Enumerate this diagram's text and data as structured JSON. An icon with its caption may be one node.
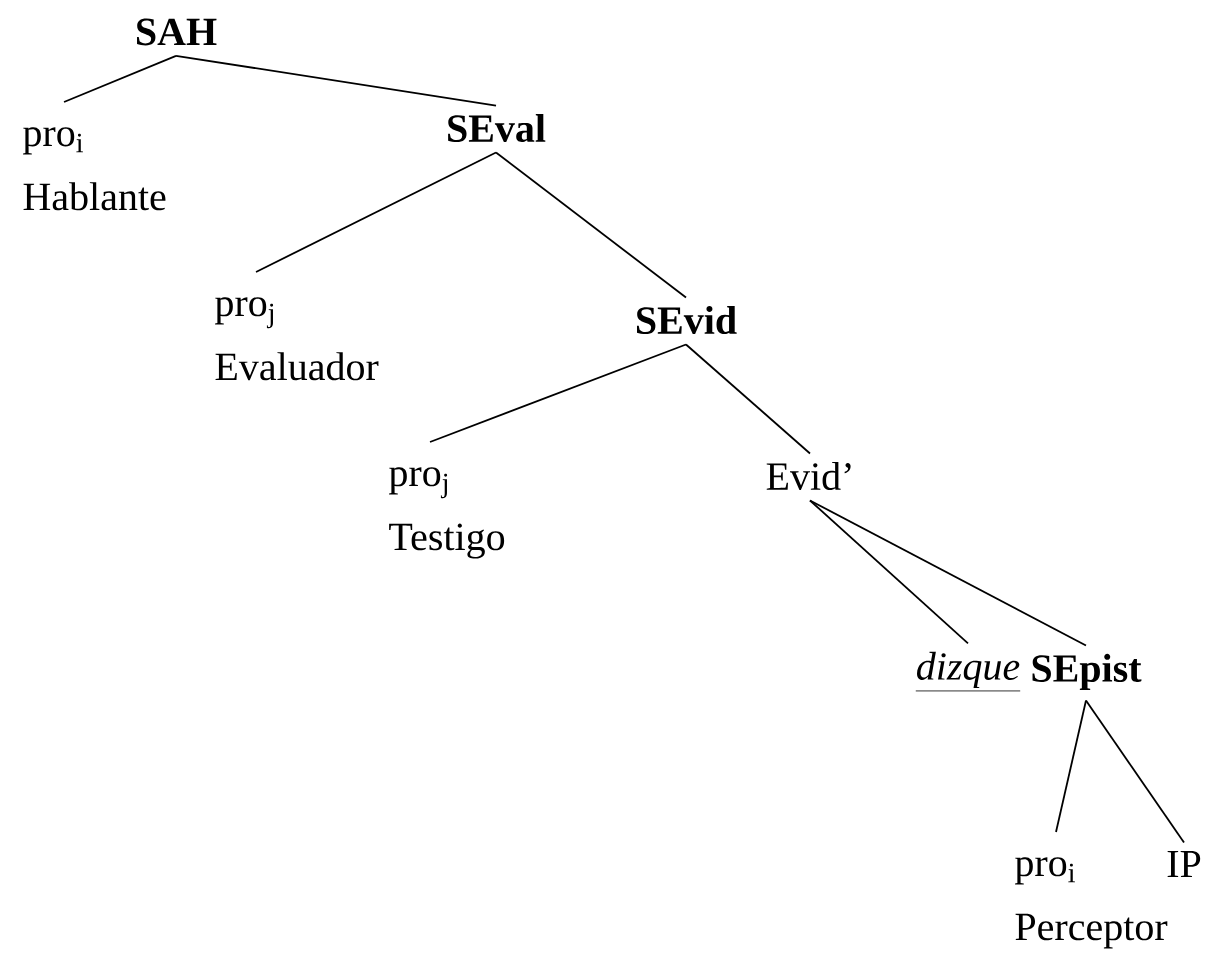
{
  "diagram": {
    "nodes": [
      {
        "text": [
          "SAH"
        ]
      },
      {
        "text": [
          "pro$_{i}$",
          "Hablante"
        ]
      },
      {
        "text": [
          "SEval"
        ]
      },
      {
        "text": [
          "pro$_{j}$",
          "Evaluador"
        ]
      },
      {
        "text": [
          "SEvid"
        ]
      },
      {
        "text": [
          "pro$_{j}$",
          "Testigo"
        ]
      },
      {
        "text": [
          "Evid’"
        ]
      },
      {
        "text": [
          "dizque"
        ]
      },
      {
        "text": [
          "SEpist"
        ]
      },
      {
        "text": [
          "pro$_{i}$",
          "Perceptor"
        ]
      },
      {
        "text": [
          "IP"
        ]
      }
    ],
    "edges": [
      {
        "from": 0,
        "to": 1,
        "arrow": "none"
      },
      {
        "from": 0,
        "to": 2,
        "arrow": "none"
      },
      {
        "from": 2,
        "to": 3,
        "arrow": "none"
      },
      {
        "from": 2,
        "to": 4,
        "arrow": "none"
      },
      {
        "from": 4,
        "to": 5,
        "arrow": "none"
      },
      {
        "from": 4,
        "to": 6,
        "arrow": "none"
      },
      {
        "from": 6,
        "to": 7,
        "arrow": "none"
      },
      {
        "from": 6,
        "to": 8,
        "arrow": "none"
      },
      {
        "from": 8,
        "to": 9,
        "arrow": "none"
      },
      {
        "from": 8,
        "to": 10,
        "arrow": "none"
      }
    ]
  }
}
